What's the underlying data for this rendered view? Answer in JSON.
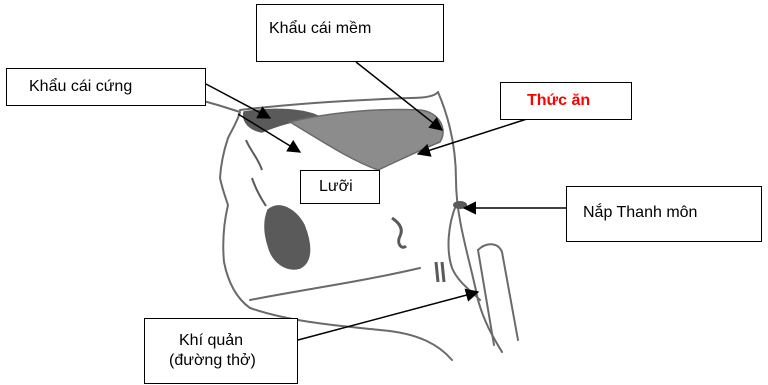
{
  "labels": {
    "soft_palate": "Khẩu cái mềm",
    "hard_palate": "Khẩu cái cứng",
    "food": "Thức ăn",
    "tongue": "Lưỡi",
    "epiglottis": "Nắp Thanh môn",
    "trachea_line1": "Khí quản",
    "trachea_line2": "(đường thở)"
  },
  "colors": {
    "food_label": "#ff0000",
    "text": "#000000",
    "border": "#000000",
    "drawing_line": "#6a6a6a",
    "drawing_fill": "#5a5a5a",
    "food_fill": "#8c8c8c",
    "background": "#ffffff"
  }
}
